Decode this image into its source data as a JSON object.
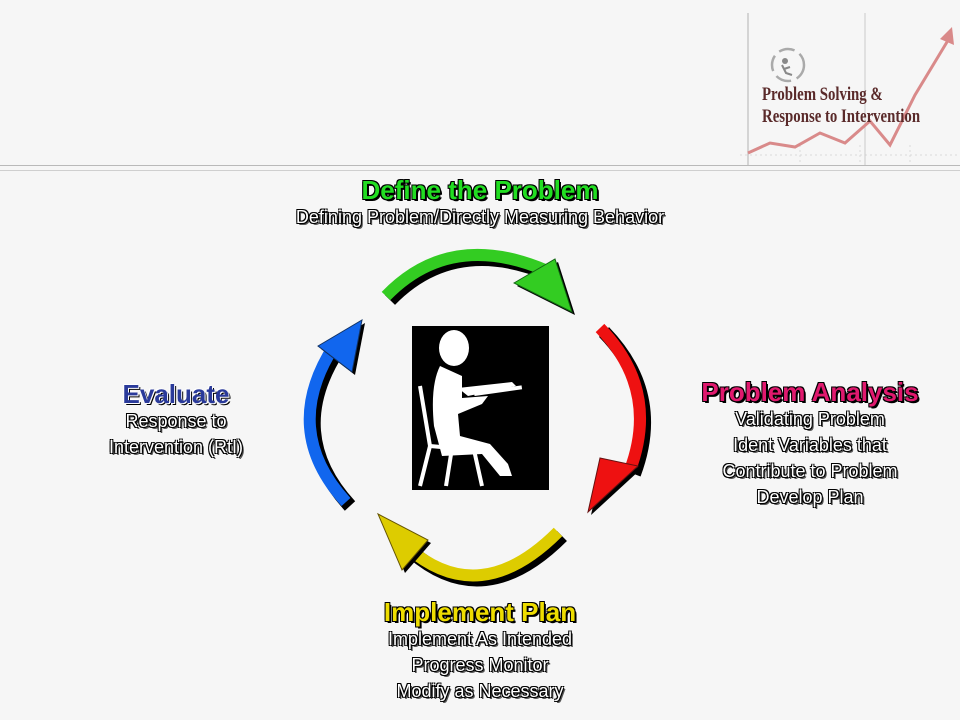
{
  "logo": {
    "title_line1": "Problem Solving &",
    "title_line2": "Response to Intervention"
  },
  "colors": {
    "green": "#33cc22",
    "red": "#ee1111",
    "yellow": "#ddcc00",
    "blue": "#1166ee",
    "define_heading": "#22dd22",
    "analysis_heading": "#e0196e",
    "implement_heading": "#eedd00",
    "evaluate_heading": "#2a3a9a"
  },
  "steps": {
    "define": {
      "title": "Define the Problem",
      "lines": [
        "Defining Problem/Directly Measuring Behavior"
      ]
    },
    "analysis": {
      "title": "Problem Analysis",
      "lines": [
        "Validating Problem",
        "Ident Variables that",
        "Contribute to Problem",
        "Develop Plan"
      ]
    },
    "implement": {
      "title": "Implement Plan",
      "lines": [
        "Implement As Intended",
        "Progress Monitor",
        "Modify as Necessary"
      ]
    },
    "evaluate": {
      "title": "Evaluate",
      "lines": [
        "Response to",
        "Intervention (RtI)"
      ]
    }
  },
  "center_icon": "person-writing-icon"
}
